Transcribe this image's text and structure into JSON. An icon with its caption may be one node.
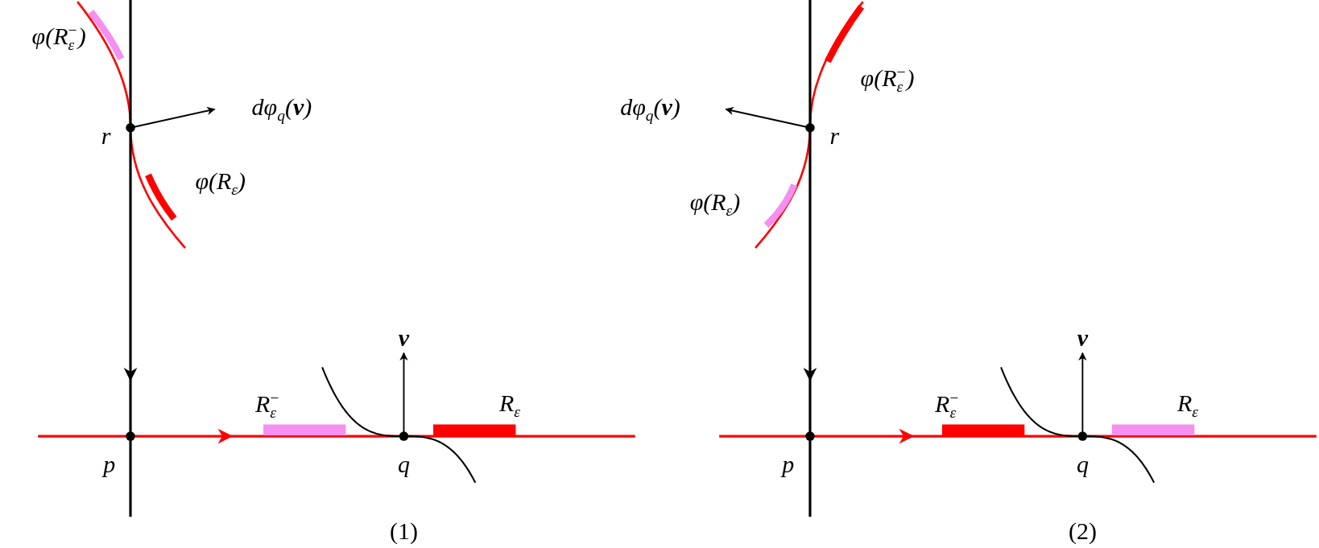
{
  "diagram": {
    "labels": [
      "φ(R$_{ε}$$^{−}$)",
      "dφ$_{q}$(**v**)",
      "r",
      "φ(R$_{ε}$)",
      "v",
      "R$_{ε}$$^{−}$",
      "R$_{ε}$",
      "p",
      "q",
      "(1)",
      "φ(R$_{ε}$$^{−}$)",
      "dφ$_{q}$(**v**)",
      "r",
      "φ(R$_{ε}$)",
      "v",
      "R$_{ε}$$^{−}$",
      "R$_{ε}$",
      "p",
      "q",
      "(2)"
    ]
  }
}
